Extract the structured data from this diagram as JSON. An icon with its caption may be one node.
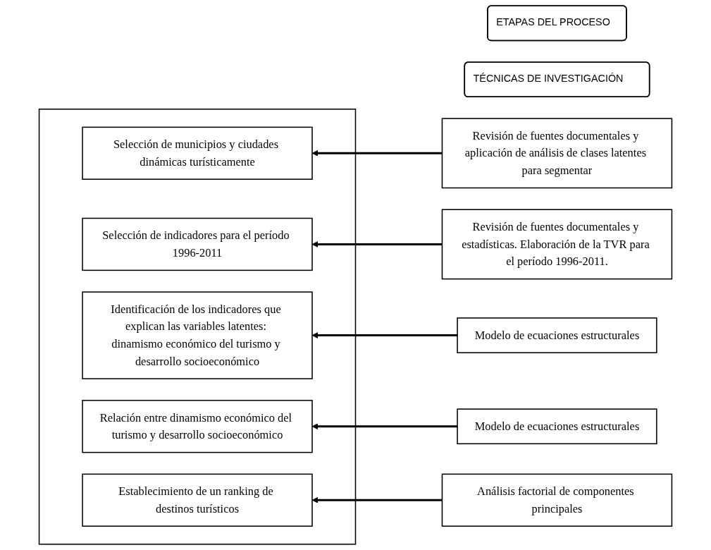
{
  "diagram": {
    "nodes": [
      {
        "text": [
          "ETAPAS DEL PROCESO"
        ]
      },
      {
        "text": [
          "TÉCNICAS DE INVESTIGACIÓN"
        ]
      },
      {
        "text": [],
        "shape": "box"
      },
      {
        "text": [
          "Selección de municipios y ciudades dinámicas turísticamente"
        ],
        "in": 2
      },
      {
        "text": [
          "Revisión de fuentes documentales y aplicación de análisis de clases latentes para segmentar"
        ]
      },
      {
        "text": [
          "Selección de indicadores para el período 1996-2011"
        ],
        "in": 2
      },
      {
        "text": [
          "Revisión de fuentes documentales y estadísticas. Elaboración de la TVR para el período 1996-2011."
        ]
      },
      {
        "text": [
          "Identificación de los indicadores que explican las variables latentes: dinamismo económico del turismo y desarrollo socioeconómico"
        ],
        "in": 2
      },
      {
        "text": [
          "Modelo de ecuaciones estructurales"
        ]
      },
      {
        "text": [
          "Relación entre dinamismo económico del turismo y desarrollo socioeconómico"
        ],
        "in": 2
      },
      {
        "text": [
          "Modelo de ecuaciones estructurales"
        ]
      },
      {
        "text": [
          "Establecimiento de un ranking de destinos turísticos"
        ],
        "in": 2
      },
      {
        "text": [
          "Análisis factorial de componentes principales"
        ]
      }
    ],
    "edges": [
      {
        "from": 4,
        "to": 3,
        "arrow": "to"
      },
      {
        "from": 6,
        "to": 5,
        "arrow": "to"
      },
      {
        "from": 8,
        "to": 7,
        "arrow": "to"
      },
      {
        "from": 10,
        "to": 9,
        "arrow": "to"
      },
      {
        "from": 12,
        "to": 11,
        "arrow": "to"
      }
    ]
  }
}
